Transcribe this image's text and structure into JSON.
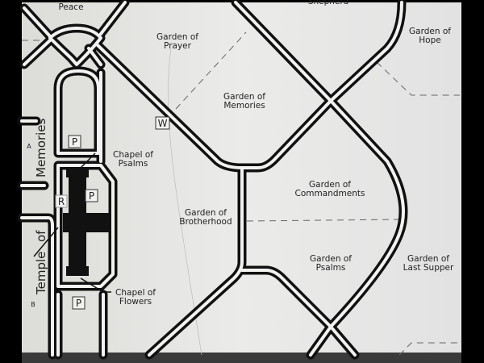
{
  "map": {
    "gardens": {
      "peace": "Peace",
      "shepherd": "Shepherd",
      "prayer": [
        "Garden of",
        "Prayer"
      ],
      "memories": [
        "Garden of",
        "Memories"
      ],
      "hope": [
        "Garden of",
        "Hope"
      ],
      "commandments": [
        "Garden of",
        "Commandments"
      ],
      "brotherhood": [
        "Garden of",
        "Brotherhood"
      ],
      "psalms": [
        "Garden of",
        "Psalms"
      ],
      "last_supper": [
        "Garden of",
        "Last Supper"
      ]
    },
    "chapels": {
      "psalms": [
        "Chapel of",
        "Psalms"
      ],
      "flowers": [
        "Chapel of",
        "Flowers"
      ]
    },
    "temple": [
      "Temple",
      "of",
      "Memories"
    ],
    "markers": {
      "parking": "P",
      "restroom": "R",
      "water": "W",
      "section_a": "A",
      "section_b": "B"
    },
    "colors": {
      "road": "#111111",
      "ground": "#e6e6e4",
      "frame": "#000000"
    }
  }
}
